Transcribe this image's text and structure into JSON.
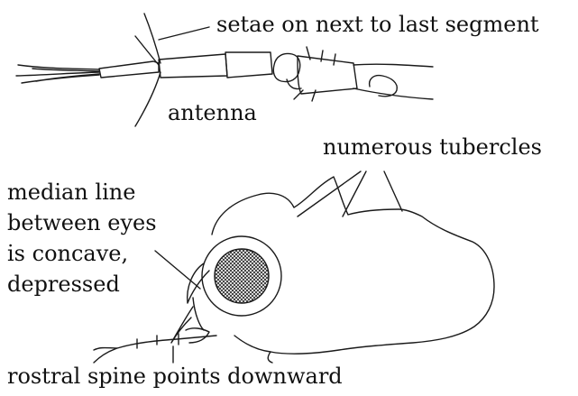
{
  "labels": {
    "setae": "setae on next to last segment",
    "antenna": "antenna",
    "tubercles": "numerous tubercles",
    "median_line": [
      "median line",
      "between eyes",
      "is concave,",
      "depressed"
    ],
    "rostral_spine": "rostral spine points downward"
  }
}
